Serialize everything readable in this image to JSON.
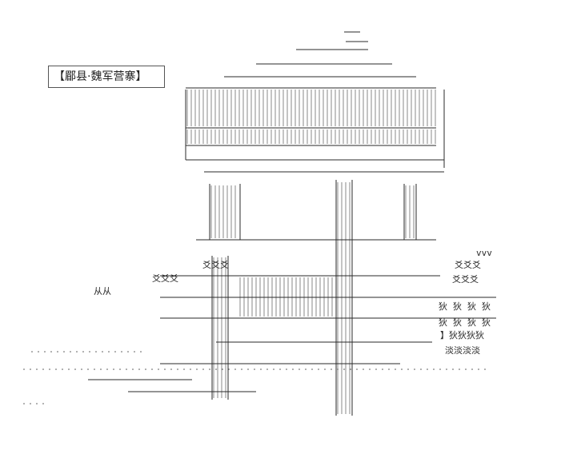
{
  "caption": {
    "text": "【郿县·魏军营寨】"
  },
  "texts": {
    "fortress_word": "狄",
    "people_word": "从从",
    "grass_word": "爻爻爻",
    "light_word": "淡淡淡淡",
    "vvv": "vvv",
    "bracket_text": "】狄狄狄狄"
  },
  "colors": {
    "ink": "#2a2a2a",
    "paper": "#ffffff",
    "border": "#555555"
  }
}
